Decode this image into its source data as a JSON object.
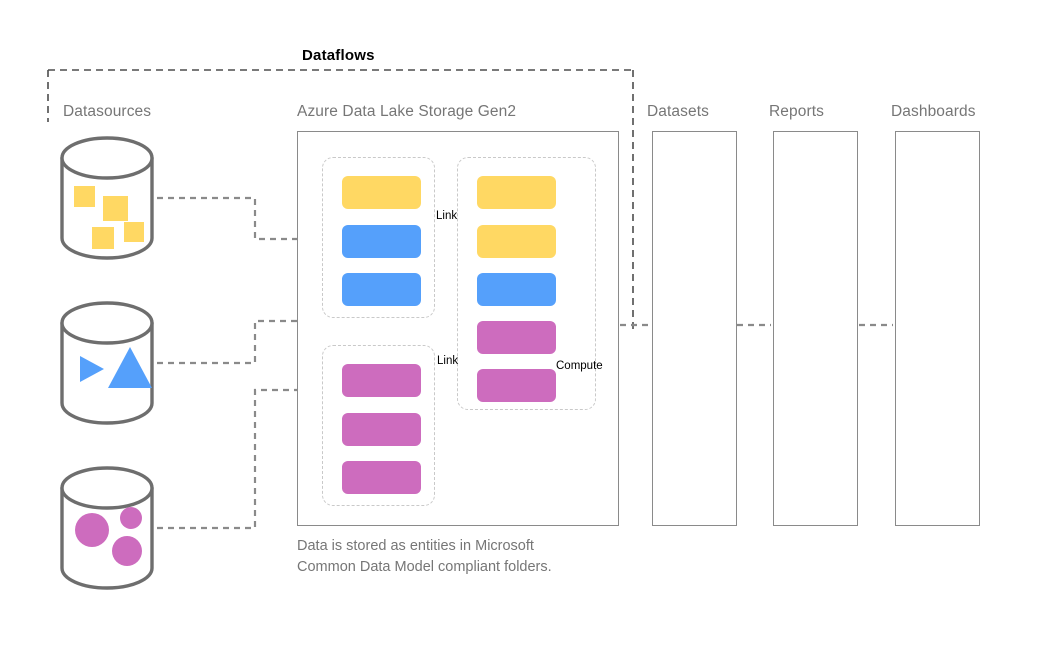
{
  "diagram": {
    "title": "Dataflows",
    "caption": "Data is stored as entities in Microsoft\nCommon Data Model compliant folders.",
    "colors": {
      "yellow": "#FFD863",
      "blue": "#55A0FB",
      "pink": "#CD6CBE",
      "outline": "#6E6E6E",
      "box_border": "#8A8A8A",
      "dashed_group": "#C9C9C9",
      "connector": "#8A8A8A",
      "text_gray": "#767676",
      "text_black": "#000000"
    }
  },
  "lanes": [
    {
      "id": "datasources",
      "label": "Datasources"
    },
    {
      "id": "adls",
      "label": "Azure Data Lake Storage Gen2"
    },
    {
      "id": "datasets",
      "label": "Datasets"
    },
    {
      "id": "reports",
      "label": "Reports"
    },
    {
      "id": "dashboards",
      "label": "Dashboards"
    }
  ],
  "datasources": [
    {
      "id": "datasource-1",
      "icon": "database-cylinder-icon",
      "contents_shape": "square",
      "contents_color": "#FFD863",
      "contents_count": 4
    },
    {
      "id": "datasource-2",
      "icon": "database-cylinder-icon",
      "contents_shape": "triangle",
      "contents_color": "#55A0FB",
      "contents_count": 2
    },
    {
      "id": "datasource-3",
      "icon": "database-cylinder-icon",
      "contents_shape": "circle",
      "contents_color": "#CD6CBE",
      "contents_count": 3
    }
  ],
  "lake_groups": [
    {
      "id": "cdm-folder-top-left",
      "entities": [
        {
          "color": "#FFD863"
        },
        {
          "color": "#55A0FB"
        },
        {
          "color": "#55A0FB"
        }
      ]
    },
    {
      "id": "cdm-folder-right",
      "entities": [
        {
          "color": "#FFD863"
        },
        {
          "color": "#FFD863"
        },
        {
          "color": "#55A0FB"
        },
        {
          "color": "#CD6CBE"
        },
        {
          "color": "#CD6CBE"
        }
      ]
    },
    {
      "id": "cdm-folder-bottom-left",
      "entities": [
        {
          "color": "#CD6CBE"
        },
        {
          "color": "#CD6CBE"
        },
        {
          "color": "#CD6CBE"
        }
      ]
    }
  ],
  "edges": [
    {
      "id": "link-edge-top",
      "label": "Link",
      "icon": "link-chain-icon"
    },
    {
      "id": "link-edge-bottom",
      "label": "Link",
      "icon": "link-chain-icon"
    },
    {
      "id": "compute-edge",
      "label": "Compute",
      "icon": "lightning-bolt-icon"
    }
  ],
  "outputs": [
    {
      "id": "datasets-icon-cell",
      "icon": "database-stack-icon"
    },
    {
      "id": "reports-icon-cell",
      "icon": "bar-chart-icon"
    },
    {
      "id": "dashboards-icon-cell",
      "icon": "gauge-icon"
    }
  ]
}
